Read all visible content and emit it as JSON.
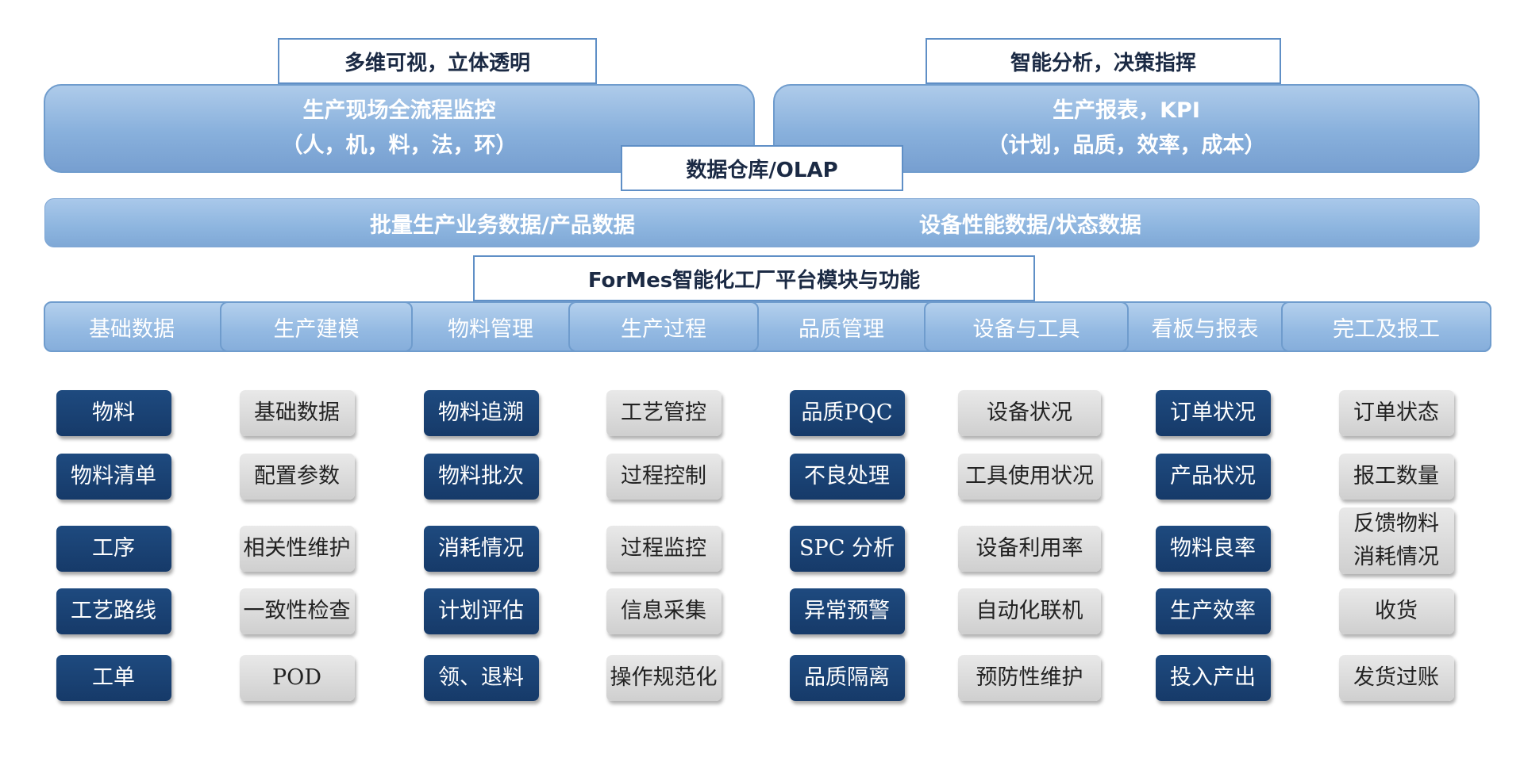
{
  "top": {
    "left_tab": "多维可视，立体透明",
    "right_tab": "智能分析，决策指挥",
    "left_panel": [
      "生产现场全流程监控",
      "（人，机，料，法，环）"
    ],
    "right_panel": [
      "生产报表，KPI",
      "（计划，品质，效率，成本）"
    ],
    "center_tab": "数据仓库/OLAP"
  },
  "data_bar": {
    "left": "批量生产业务数据/产品数据",
    "right": "设备性能数据/状态数据"
  },
  "platform_title": "ForMes智能化工厂平台模块与功能",
  "modules": [
    {
      "name": "基础数据",
      "style": "dark",
      "items": [
        [
          "物料"
        ],
        [
          "物料清单"
        ],
        [
          "工序"
        ],
        [
          "工艺路线"
        ],
        [
          "工单"
        ]
      ]
    },
    {
      "name": "生产建模",
      "style": "light",
      "items": [
        [
          "基础数据"
        ],
        [
          "配置参数"
        ],
        [
          "相关性维护"
        ],
        [
          "一致性检查"
        ],
        [
          "POD"
        ]
      ]
    },
    {
      "name": "物料管理",
      "style": "dark",
      "items": [
        [
          "物料追溯"
        ],
        [
          "物料批次"
        ],
        [
          "消耗情况"
        ],
        [
          "计划评估"
        ],
        [
          "领、退料"
        ]
      ]
    },
    {
      "name": "生产过程",
      "style": "light",
      "items": [
        [
          "工艺管控"
        ],
        [
          "过程控制"
        ],
        [
          "过程监控"
        ],
        [
          "信息采集"
        ],
        [
          "操作规范化"
        ]
      ]
    },
    {
      "name": "品质管理",
      "style": "dark",
      "items": [
        [
          "品质PQC"
        ],
        [
          "不良处理"
        ],
        [
          "SPC 分析"
        ],
        [
          "异常预警"
        ],
        [
          "品质隔离"
        ]
      ]
    },
    {
      "name": "设备与工具",
      "style": "light",
      "items": [
        [
          "设备状况"
        ],
        [
          "工具使用状况"
        ],
        [
          "设备利用率"
        ],
        [
          "自动化联机"
        ],
        [
          "预防性维护"
        ]
      ]
    },
    {
      "name": "看板与报表",
      "style": "dark",
      "items": [
        [
          "订单状况"
        ],
        [
          "产品状况"
        ],
        [
          "物料良率"
        ],
        [
          "生产效率"
        ],
        [
          "投入产出"
        ]
      ]
    },
    {
      "name": "完工及报工",
      "style": "light",
      "items": [
        [
          "订单状态"
        ],
        [
          "报工数量"
        ],
        [
          "反馈物料",
          "消耗情况"
        ],
        [
          "收货"
        ],
        [
          "发货过账"
        ]
      ]
    }
  ]
}
